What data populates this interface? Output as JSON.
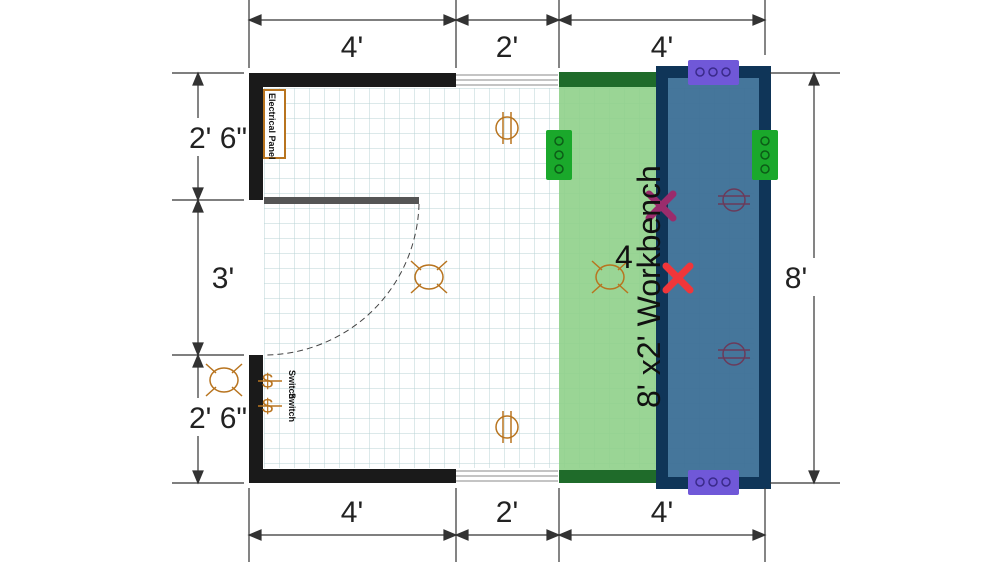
{
  "dimensions": {
    "top": [
      "4'",
      "2'",
      "4'"
    ],
    "bottom": [
      "4'",
      "2'",
      "4'"
    ],
    "left": [
      "2' 6\"",
      "3'",
      "2' 6\""
    ],
    "right": "8'"
  },
  "labels": {
    "electrical_panel": "Electrical Panel",
    "switch_1": "Switch",
    "switch_2": "Switch",
    "workbench": "8' x2'  Workbench",
    "workbench_number": "4"
  },
  "colors": {
    "wall": "#1a1a1a",
    "grid": "#b9d3d6",
    "workbench_green": "#8fd08a",
    "workbench_green_border": "#1f6b2a",
    "workbench_blue": "#3b6f96",
    "workbench_blue_border": "#0f3558",
    "fixture": "#b8741f",
    "outlet_green": "#1aa82b",
    "outlet_purple": "#7058d8",
    "mark_red": "#f0363a",
    "mark_purple": "#9a2c6c"
  },
  "icons": [
    "ceiling-light-icon",
    "outlet-icon",
    "switch-icon",
    "x-mark-icon"
  ]
}
